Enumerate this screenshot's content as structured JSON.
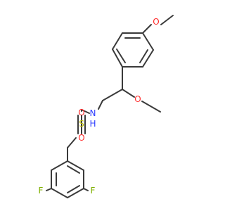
{
  "molecule": {
    "atoms": {
      "methoxy_top_o": "O",
      "methoxy_mid_o": "O",
      "amine_n": "N",
      "amine_h": "H",
      "sulfonyl_s": "S",
      "sulfonyl_o_top": "O",
      "sulfonyl_o_bottom": "O",
      "fluoro_left": "F",
      "fluoro_right": "F"
    },
    "colors": {
      "bond": "#3a3a3a",
      "oxygen": "#ff2a2a",
      "nitrogen": "#2d3cff",
      "sulfur": "#b8b800",
      "fluorine": "#7fb000"
    }
  }
}
